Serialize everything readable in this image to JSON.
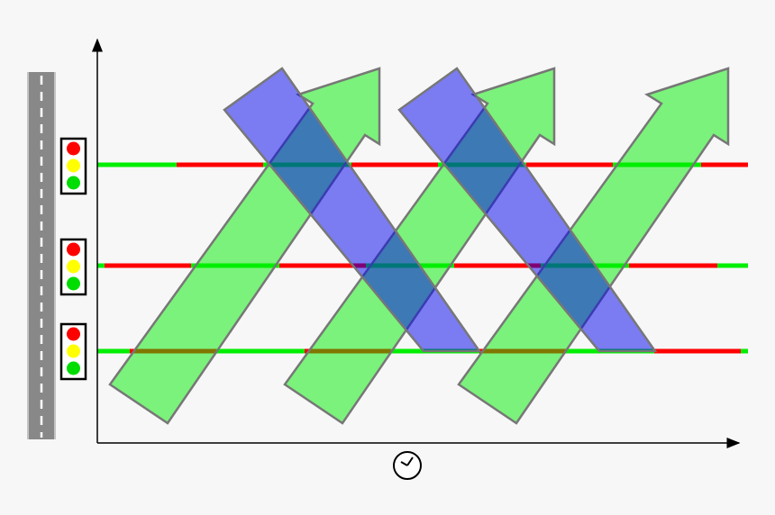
{
  "diagram": {
    "type": "green-wave-time-space",
    "background": "#f7f7f7",
    "colors": {
      "green_phase": "#00ee00",
      "red_phase": "#ff0000",
      "green_band": "#7dfa7d",
      "blue_band": "#7d7dfa",
      "road": "#888888",
      "lane_marking": "#ffffff",
      "light_red": "#ff0000",
      "light_yellow": "#ffff00",
      "light_green": "#00dd00",
      "outline": "#777777"
    },
    "icons": {
      "time_axis": "clock-icon",
      "road": "road-icon",
      "signal": "traffic-light-icon"
    },
    "intersections": [
      {
        "name": "signal-top",
        "phases": [
          "green",
          "red",
          "green",
          "red",
          "green",
          "red",
          "green",
          "red"
        ]
      },
      {
        "name": "signal-middle",
        "phases": [
          "green",
          "red",
          "green",
          "red",
          "green",
          "red",
          "green",
          "red",
          "green"
        ]
      },
      {
        "name": "signal-bottom",
        "phases": [
          "green",
          "red",
          "green",
          "red",
          "green",
          "red",
          "green",
          "red"
        ]
      }
    ],
    "bands": [
      {
        "direction": "forward",
        "color": "green",
        "count": 3
      },
      {
        "direction": "backward",
        "color": "blue",
        "count": 2
      }
    ]
  }
}
